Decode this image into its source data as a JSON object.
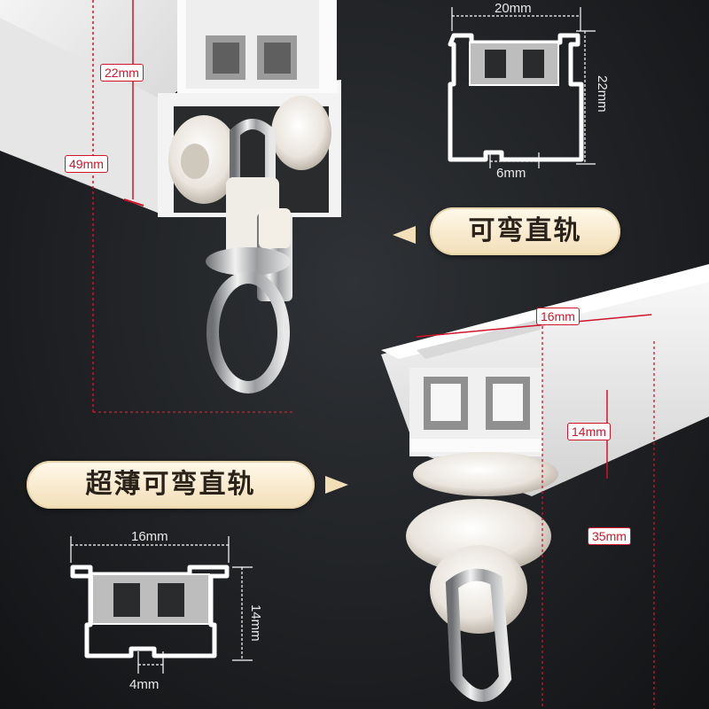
{
  "colors": {
    "accent_gold": "#f2dfb8",
    "dimension_red": "#d0142a",
    "background": "#1f2124"
  },
  "labels": {
    "bendable_track": "可弯直轨",
    "ultra_thin_bendable_track": "超薄可弯直轨"
  },
  "top_photo": {
    "height_tag": "22mm",
    "total_tag": "49mm"
  },
  "top_diagram": {
    "width": "20mm",
    "height": "22mm",
    "gap": "6mm"
  },
  "bottom_photo": {
    "width_tag": "16mm",
    "height_tag": "14mm",
    "total_tag": "35mm"
  },
  "bottom_diagram": {
    "width": "16mm",
    "height": "14mm",
    "gap": "4mm"
  },
  "icons": [
    "arrow-left-icon",
    "arrow-right-icon"
  ]
}
